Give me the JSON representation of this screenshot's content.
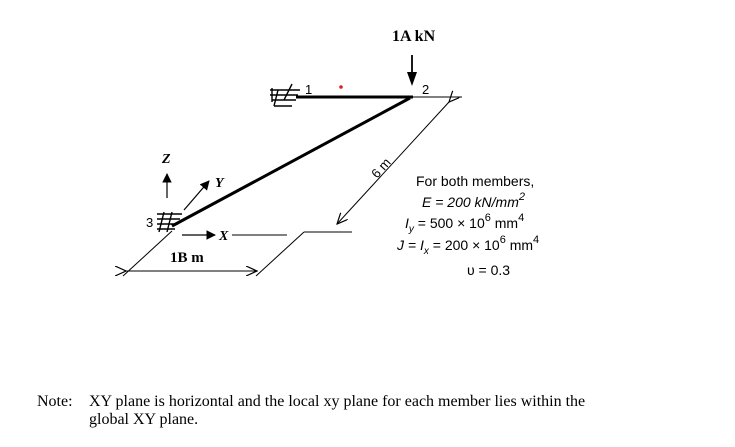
{
  "load_label": "1A kN",
  "nodes": {
    "n1": "1",
    "n2": "2",
    "n3": "3"
  },
  "axes": {
    "z": "Z",
    "y": "Y",
    "x": "X"
  },
  "dim_length_6m": "6 m",
  "dim_length_1b": "1B m",
  "properties": {
    "header": "For both members,",
    "E_label": "E = 200 kN/mm",
    "E_exp": "2",
    "Iy_main": "I",
    "Iy_sub": "y",
    "Iy_value": " = 500 × 10",
    "Iy_pow": "6",
    "Iy_unit": " mm",
    "Iy_unit_pow": "4",
    "J_main": "J = I",
    "J_sub": "x",
    "J_value": " = 200 × 10",
    "J_pow": "6",
    "J_unit": " mm",
    "J_unit_pow": "4",
    "nu": "υ = 0.3"
  },
  "note": {
    "label": "Note:",
    "line1": "XY plane is horizontal and the local xy plane for each member lies within the",
    "line2": "global XY plane."
  },
  "colors": {
    "line": "#000000",
    "dot": "#e02020"
  }
}
